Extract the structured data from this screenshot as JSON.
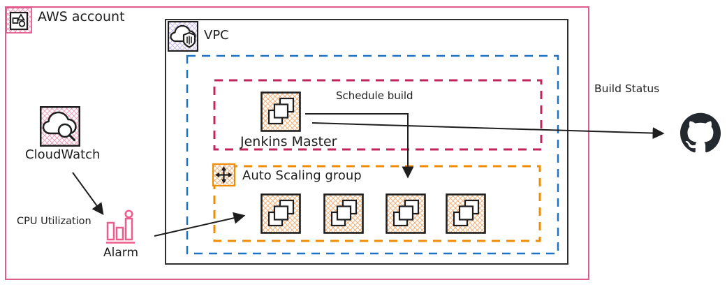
{
  "nodes": {
    "aws_account": {
      "label": "AWS account",
      "icon": "aws-account-icon"
    },
    "vpc": {
      "label": "VPC",
      "icon": "vpc-shield-cloud-icon"
    },
    "jenkins_master": {
      "label": "Jenkins Master",
      "icon": "ec2-instance-icon"
    },
    "auto_scaling_group": {
      "label": "Auto Scaling group",
      "icon": "auto-scaling-icon",
      "instance_count": 4,
      "instance_icon": "ec2-instance-icon"
    },
    "cloudwatch": {
      "label": "CloudWatch",
      "icon": "cloudwatch-icon"
    },
    "alarm": {
      "label": "Alarm",
      "icon": "alarm-icon"
    },
    "github": {
      "icon": "github-icon"
    }
  },
  "edges": [
    {
      "from": "cloudwatch",
      "to": "alarm",
      "label": "CPU Utilization"
    },
    {
      "from": "alarm",
      "to": "auto_scaling_group",
      "label": ""
    },
    {
      "from": "jenkins_master",
      "to": "auto_scaling_group",
      "label": "Schedule build"
    },
    {
      "from": "jenkins_master",
      "to": "github",
      "label": "Build Status"
    }
  ],
  "colors": {
    "aws_border": "#e05c8c",
    "vpc_border": "#2f2f2f",
    "subnet_border": "#1f72c1",
    "jenkins_border": "#c2255c",
    "asg_border": "#f08c00",
    "alarm_pink": "#ed5c8a",
    "ink": "#1e1e1e",
    "github_dark": "#24292f",
    "hatch_pink": "#f2a0bc",
    "hatch_purple": "#c9bbee",
    "hatch_orange": "#f2b27a"
  }
}
